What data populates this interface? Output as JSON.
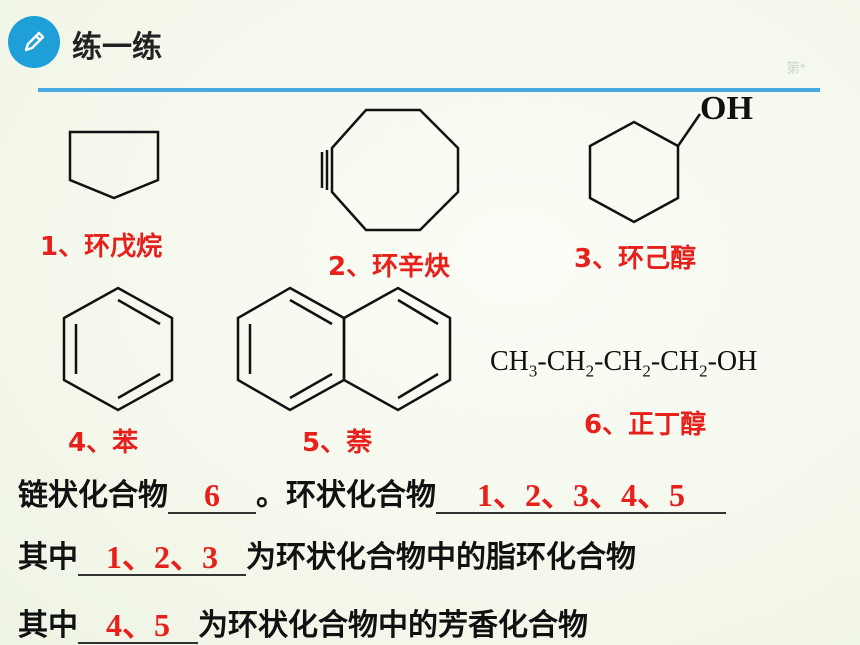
{
  "header": {
    "title": "练一练",
    "corner_mark": "第*"
  },
  "molecules": [
    {
      "label": "1、环戊烷"
    },
    {
      "label": "2、环辛炔"
    },
    {
      "label": "3、环己醇",
      "group": "OH"
    },
    {
      "label": "4、苯"
    },
    {
      "label": "5、萘"
    },
    {
      "label": "6、正丁醇"
    }
  ],
  "formula": {
    "ch3": "CH",
    "sub3": "3",
    "dash1": "-CH",
    "sub2a": "2",
    "dash2": "-CH",
    "sub2b": "2",
    "dash3": "-CH",
    "sub2c": "2",
    "tail": "-OH"
  },
  "questions": {
    "q1_prefix": "链状化合物",
    "q1_answer": "6",
    "q1_mid": "。环状化合物",
    "q1_answer2": "1、2、3、4、5",
    "q2_prefix": "其中",
    "q2_answer": "1、2、3",
    "q2_suffix": "为环状化合物中的脂环化合物",
    "q3_prefix": "其中",
    "q3_answer": "4、5",
    "q3_suffix": "为环状化合物中的芳香化合物"
  },
  "colors": {
    "accent": "#1e9fd7",
    "answer": "#e8201c",
    "divider": "#4aa8e0"
  }
}
